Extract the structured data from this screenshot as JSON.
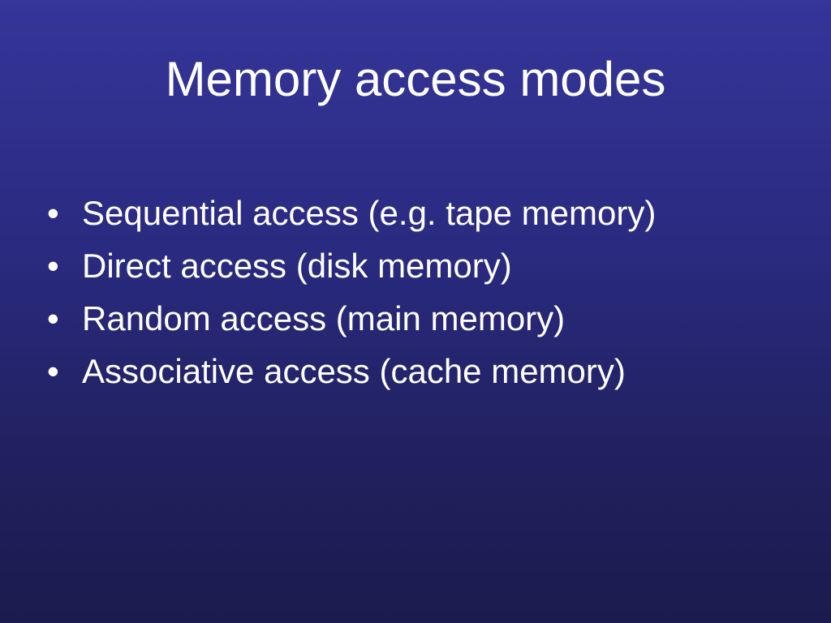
{
  "slide": {
    "title": "Memory access modes",
    "bullet_glyph": "•",
    "bullets": [
      "Sequential access (e.g. tape memory)",
      "Direct access (disk memory)",
      "Random access (main memory)",
      "Associative access (cache memory)"
    ]
  },
  "colors": {
    "background_top": "#35359a",
    "background_bottom": "#1b1b4e",
    "text": "#ffffff"
  }
}
